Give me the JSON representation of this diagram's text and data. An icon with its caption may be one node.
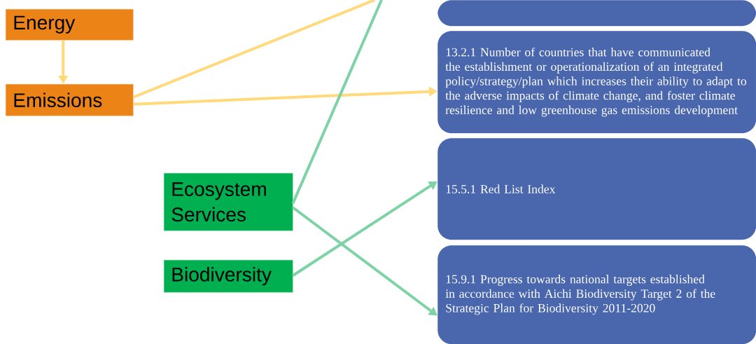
{
  "diagram": {
    "nodes": [
      {
        "text": [
          "Energy"
        ]
      },
      {
        "text": [
          "Emissions"
        ]
      },
      {
        "text": [],
        "shape": "box"
      },
      {
        "text": [
          "13.2.1 Number of countries that have communicated the establishment or operationalization of an integrated policy/strategy/plan which increases their ability to adapt to the adverse impacts of climate change, and foster climate resilience and low greenhouse gas emissions development"
        ]
      },
      {
        "text": [
          "Ecosystem Services"
        ]
      },
      {
        "text": [
          "15.5.1 Red List Index"
        ]
      },
      {
        "text": [
          "Biodiversity"
        ]
      },
      {
        "text": [
          "15.9.1 Progress towards national targets established in accordance with Aichi Biodiversity Target 2 of the Strategic Plan for Biodiversity 2011-2020"
        ]
      }
    ],
    "edges": [
      {
        "from": 0,
        "to": 1,
        "arrow": "to",
        "color": "#ffd97a"
      },
      {
        "from": 1,
        "to": null,
        "arrow": "none",
        "color": "#ffd97a"
      },
      {
        "from": 1,
        "to": 3,
        "arrow": "to",
        "color": "#ffd97a"
      },
      {
        "from": 4,
        "to": null,
        "arrow": "none",
        "color": "#7dd3a5"
      },
      {
        "from": 4,
        "to": 7,
        "arrow": "to",
        "color": "#7dd3a5"
      },
      {
        "from": 6,
        "to": 5,
        "arrow": "to",
        "color": "#7dd3a5"
      }
    ]
  }
}
